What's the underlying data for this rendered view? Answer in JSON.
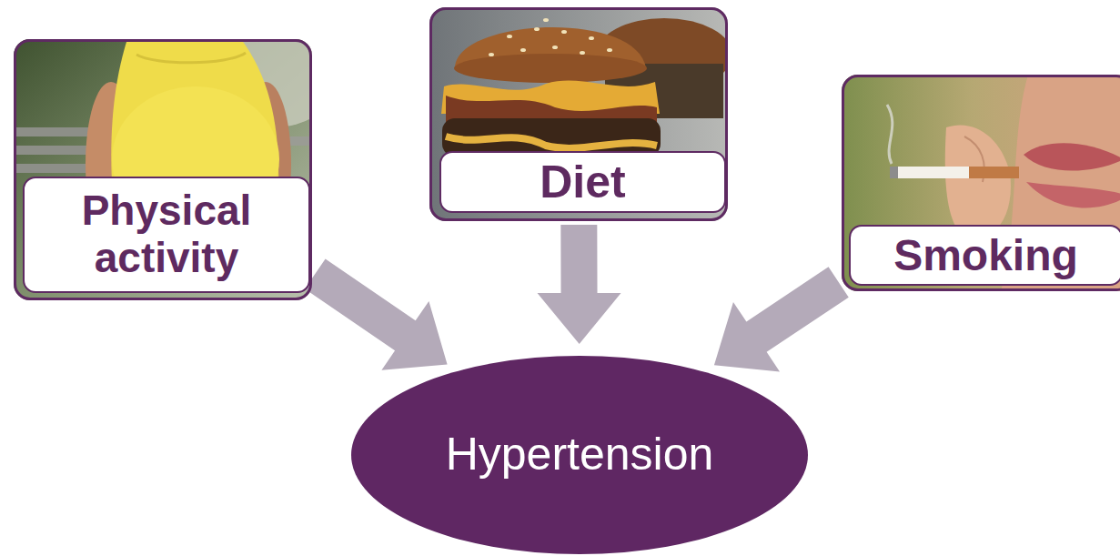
{
  "diagram": {
    "nodes": [
      {
        "text": [
          "Physical activity"
        ]
      },
      {
        "text": [
          "Diet"
        ]
      },
      {
        "text": [
          "Smoking"
        ]
      },
      {
        "text": [
          "Hypertension"
        ]
      }
    ],
    "edges": [
      {
        "from": 0,
        "to": 3,
        "arrow": "to"
      },
      {
        "from": 1,
        "to": 3,
        "arrow": "to"
      },
      {
        "from": 2,
        "to": 3,
        "arrow": "to"
      }
    ]
  }
}
